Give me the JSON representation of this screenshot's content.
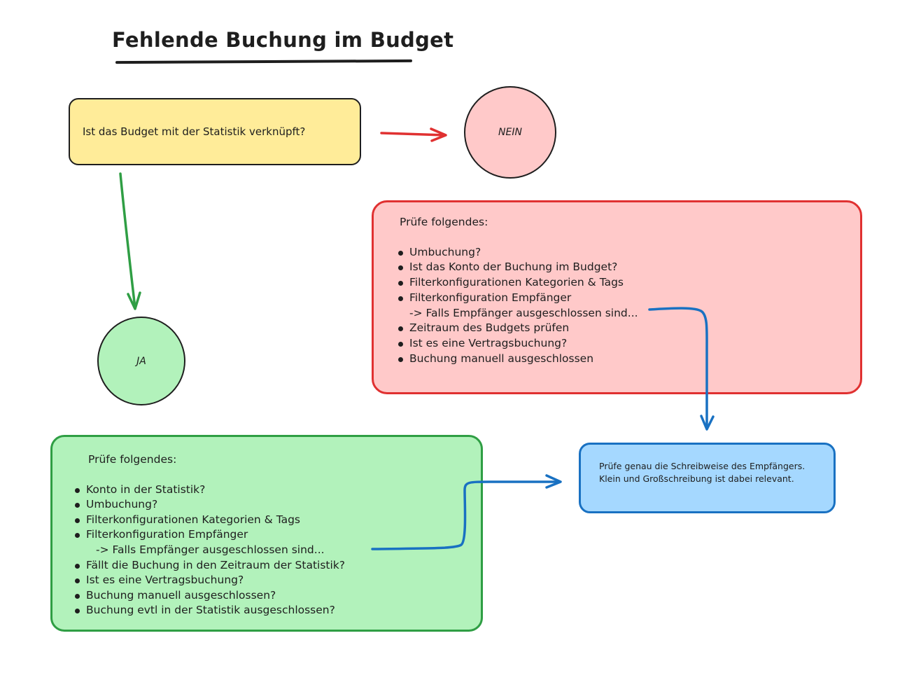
{
  "title": "Fehlende Buchung im Budget",
  "question": "Ist das Budget mit der Statistik verknüpft?",
  "nein_label": "NEIN",
  "ja_label": "JA",
  "red_box": {
    "heading": "Prüfe folgendes:",
    "items": [
      "Umbuchung?",
      "Ist das Konto der Buchung im Budget?",
      "Filterkonfigurationen Kategorien & Tags",
      "Filterkonfiguration Empfänger",
      "-> Falls Empfänger ausgeschlossen sind...",
      "Zeitraum des Budgets prüfen",
      "Ist es eine Vertragsbuchung?",
      "Buchung manuell ausgeschlossen"
    ]
  },
  "green_box": {
    "heading": "Prüfe folgendes:",
    "items": [
      "Konto in der Statistik?",
      "Umbuchung?",
      "Filterkonfigurationen Kategorien & Tags",
      "Filterkonfiguration Empfänger",
      "-> Falls Empfänger ausgeschlossen sind...",
      "Fällt die Buchung in den Zeitraum der Statistik?",
      "Ist es eine Vertragsbuchung?",
      "Buchung manuell ausgeschlossen?",
      "Buchung evtl in der Statistik ausgeschlossen?"
    ]
  },
  "blue_box": {
    "line1": "Prüfe genau die Schreibweise des Empfängers.",
    "line2": "Klein und Großschreibung ist dabei relevant."
  },
  "colors": {
    "yellow_fill": "#ffec99",
    "red_fill": "#ffc9c9",
    "red_stroke": "#e03131",
    "green_fill": "#b2f2bb",
    "green_stroke": "#2f9e44",
    "blue_fill": "#a5d8ff",
    "blue_stroke": "#1971c2"
  }
}
